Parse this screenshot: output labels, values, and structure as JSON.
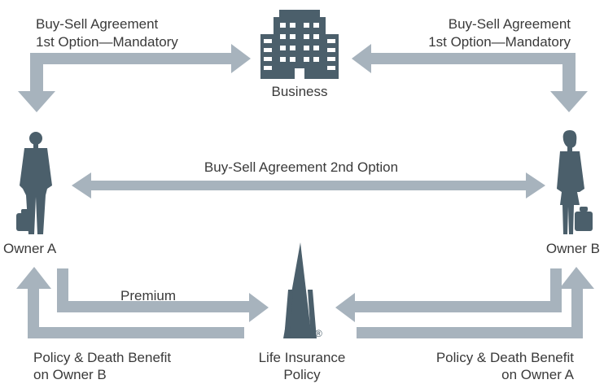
{
  "labels": {
    "top_left_line1": "Buy-Sell Agreement",
    "top_left_line2": "1st Option—Mandatory",
    "top_right_line1": "Buy-Sell Agreement",
    "top_right_line2": "1st Option—Mandatory",
    "business": "Business",
    "middle": "Buy-Sell Agreement 2nd Option",
    "owner_a": "Owner A",
    "owner_b": "Owner B",
    "premium": "Premium",
    "policy_line1": "Life Insurance",
    "policy_line2": "Policy",
    "bottom_left_line1": "Policy & Death Benefit",
    "bottom_left_line2": "on Owner B",
    "bottom_right_line1": "Policy & Death Benefit",
    "bottom_right_line2": "on Owner A",
    "registered_mark": "®"
  },
  "icons": {
    "business": "office-building-icon",
    "owner_a": "businessman-icon",
    "owner_b": "businesswoman-icon",
    "policy": "pyramid-tower-icon"
  },
  "colors": {
    "arrow": "#a7b3bd",
    "icon": "#4b5f6b",
    "text": "#3a3a3a"
  }
}
